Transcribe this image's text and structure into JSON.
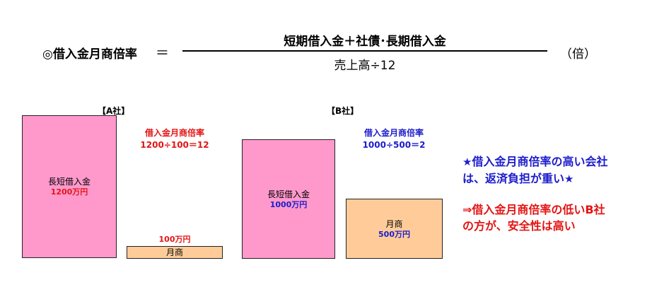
{
  "formula": {
    "label": "◎借入金月商倍率",
    "equals": "＝",
    "numerator": "短期借入金＋社債･長期借入金",
    "denominator": "売上高÷12",
    "unit": "（倍）"
  },
  "company_a": {
    "title": "【A社】",
    "loan_label": "長短借入金",
    "loan_value": "1200万円",
    "ratio_title": "借入金月商倍率",
    "ratio_formula": "1200÷100＝12",
    "sales_value": "100万円",
    "sales_label": "月商"
  },
  "company_b": {
    "title": "【B社】",
    "loan_label": "長短借入金",
    "loan_value": "1000万円",
    "ratio_title": "借入金月商倍率",
    "ratio_formula": "1000÷500＝2",
    "sales_label": "月商",
    "sales_value": "500万円"
  },
  "notes": {
    "blue_line1": "借入金月商倍率の高い会社",
    "blue_line2": "は、返済負担が重い",
    "red_line1": "⇒借入金月商倍率の低いB社",
    "red_line2": "の方が、安全性は高い"
  },
  "colors": {
    "loan_box": "#ff99cc",
    "sales_box": "#ffcc99",
    "red_text": "#e31414",
    "blue_text": "#1c1ccc"
  },
  "icons": [
    "star-icon"
  ]
}
